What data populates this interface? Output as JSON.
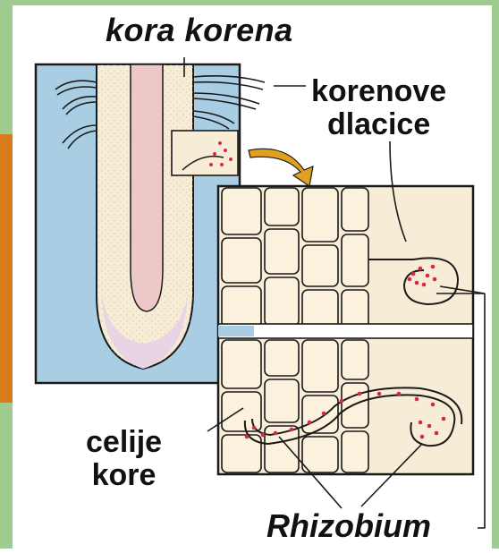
{
  "colors": {
    "border_green": "#9ecb8f",
    "panel_blue": "#a9cde3",
    "root_cream": "#f7ecd6",
    "root_pink": "#ecc8c8",
    "root_cap": "#e8d4e4",
    "cell_fill": "#fbf1dc",
    "outline": "#1a1a1a",
    "bacteria_red": "#d8284a",
    "arrow_orange": "#e0a020",
    "left_edge_orange": "#d97a1c"
  },
  "labels": {
    "title": "kora korena",
    "root_hairs_line1": "korenove",
    "root_hairs_line2": "dlacice",
    "cortex_cells_line1": "celije",
    "cortex_cells_line2": "kore",
    "bacteria": "Rhizobium"
  }
}
